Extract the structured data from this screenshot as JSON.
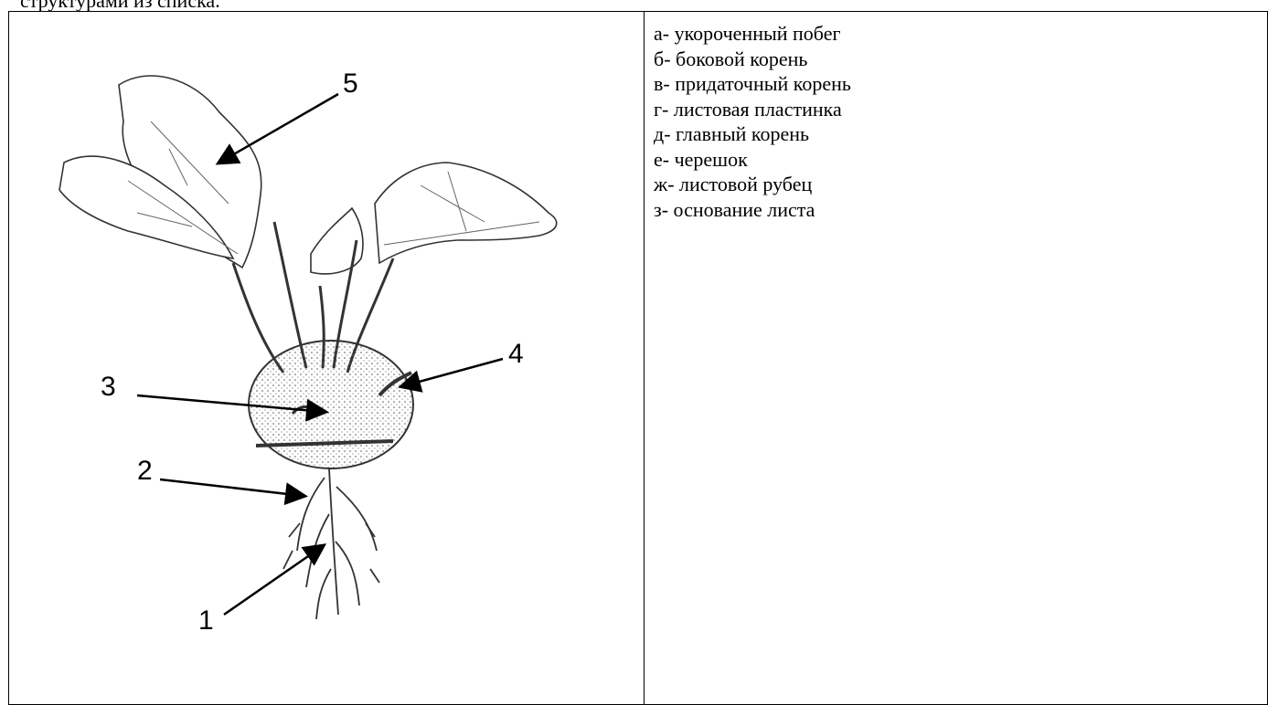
{
  "header_fragment": "структурами из списка.",
  "figure": {
    "description_icon": "kohlrabi-plant-illustration",
    "callouts": [
      "1",
      "2",
      "3",
      "4",
      "5"
    ]
  },
  "options": [
    "а- укороченный побег",
    "б- боковой корень",
    "в- придаточный корень",
    "г- листовая пластинка",
    "д- главный корень",
    "е- черешок",
    "ж- листовой рубец",
    "з- основание листа"
  ]
}
